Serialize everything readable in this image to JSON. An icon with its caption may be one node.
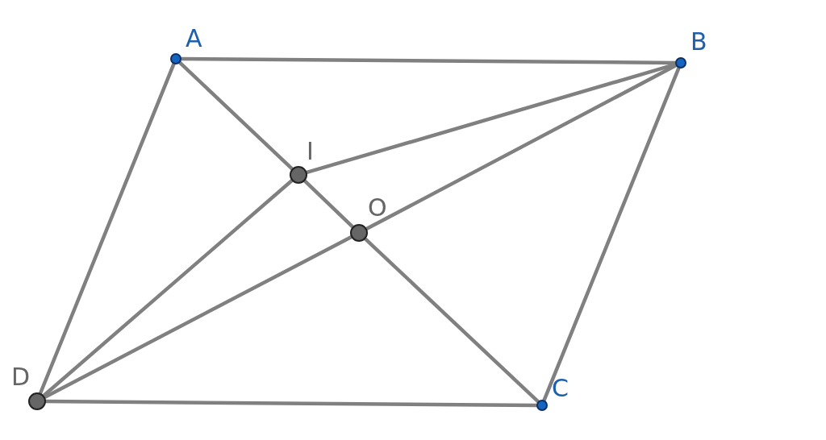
{
  "diagram": {
    "nodes": [
      {
        "text": [
          "A"
        ]
      },
      {
        "text": [
          "B"
        ]
      },
      {
        "text": [
          "C"
        ]
      },
      {
        "text": [
          "D"
        ]
      },
      {
        "text": [
          "I"
        ]
      },
      {
        "text": [
          "O"
        ]
      }
    ],
    "edges": [
      {
        "from": 0,
        "to": 1,
        "arrow": "none"
      },
      {
        "from": 1,
        "to": 2,
        "arrow": "none"
      },
      {
        "from": 2,
        "to": 3,
        "arrow": "none"
      },
      {
        "from": 3,
        "to": 0,
        "arrow": "none"
      },
      {
        "from": 0,
        "to": 4,
        "arrow": "none"
      },
      {
        "from": 4,
        "to": 5,
        "arrow": "none"
      },
      {
        "from": 5,
        "to": 2,
        "arrow": "none"
      },
      {
        "from": 1,
        "to": 5,
        "arrow": "none"
      },
      {
        "from": 5,
        "to": 3,
        "arrow": "none"
      },
      {
        "from": 4,
        "to": 1,
        "arrow": "none"
      },
      {
        "from": 4,
        "to": 3,
        "arrow": "none"
      }
    ]
  }
}
